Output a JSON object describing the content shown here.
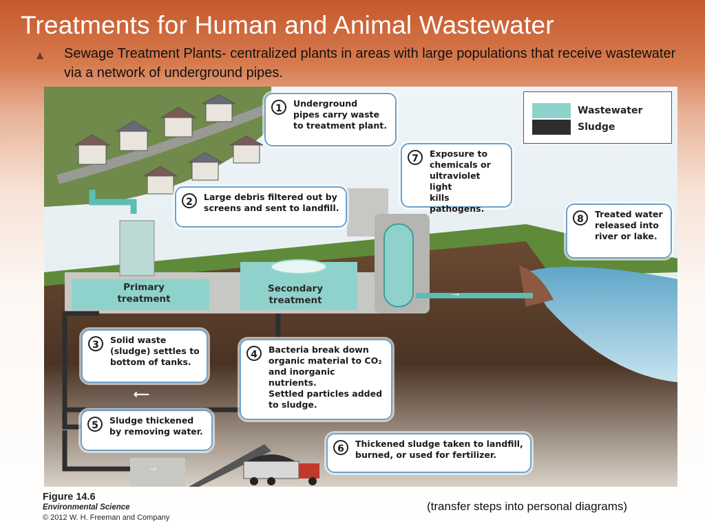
{
  "title": "Treatments for Human and Animal Wastewater",
  "bullet": {
    "icon": "triangle-bullet-icon",
    "text": "Sewage Treatment Plants- centralized plants in areas with large populations that receive wastewater via a network of underground pipes."
  },
  "legend": {
    "items": [
      {
        "label": "Wastewater",
        "color": "#8fd2cc"
      },
      {
        "label": "Sludge",
        "color": "#2e2e2e"
      }
    ]
  },
  "steps": [
    {
      "num": "1",
      "text": "Underground\npipes carry waste\nto treatment plant."
    },
    {
      "num": "2",
      "text": "Large debris filtered out by\nscreens and sent to landfill."
    },
    {
      "num": "3",
      "text": "Solid waste\n(sludge) settles to\nbottom of tanks."
    },
    {
      "num": "4",
      "text": "Bacteria break down\norganic material to CO₂\nand inorganic nutrients.\nSettled particles added\nto sludge."
    },
    {
      "num": "5",
      "text": "Sludge thickened\nby removing water."
    },
    {
      "num": "6",
      "text": "Thickened sludge taken to landfill,\nburned, or used for fertilizer."
    },
    {
      "num": "7",
      "text": "Exposure to\nchemicals or\nultraviolet light\nkills pathogens."
    },
    {
      "num": "8",
      "text": "Treated water\nreleased into\nriver or lake."
    }
  ],
  "tanks": {
    "primary": "Primary\ntreatment",
    "secondary": "Secondary\ntreatment"
  },
  "caption": {
    "figure": "Figure 14.6",
    "book": "Environmental Science",
    "copyright": "© 2012 W. H. Freeman and Company"
  },
  "note": "(transfer steps into personal diagrams)",
  "colors": {
    "header_bg": "#c5592c",
    "water": "#8fd2cc",
    "sludge": "#2e2e2e",
    "callout_border": "#6aa2cd"
  }
}
